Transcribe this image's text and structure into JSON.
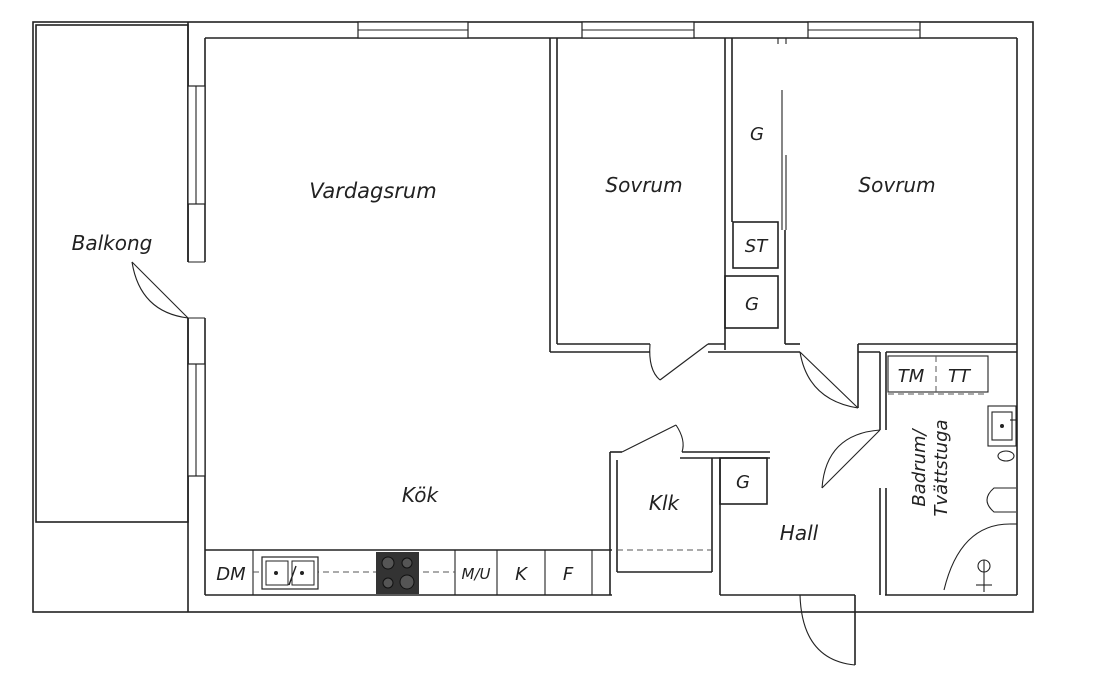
{
  "rooms": {
    "balkong": "Balkong",
    "vardagsrum": "Vardagsrum",
    "sovrum_1": "Sovrum",
    "sovrum_2": "Sovrum",
    "kok": "Kök",
    "klk": "Klk",
    "hall": "Hall",
    "badrum_line1": "Badrum/",
    "badrum_line2": "Tvättstuga"
  },
  "fixtures": {
    "garderob_1": "G",
    "garderob_2": "G",
    "garderob_3": "G",
    "stadskap": "ST",
    "tvattmaskin": "TM",
    "torktumlare": "TT",
    "diskmaskin": "DM",
    "mikro": "M/U",
    "kyl": "K",
    "frys": "F"
  }
}
